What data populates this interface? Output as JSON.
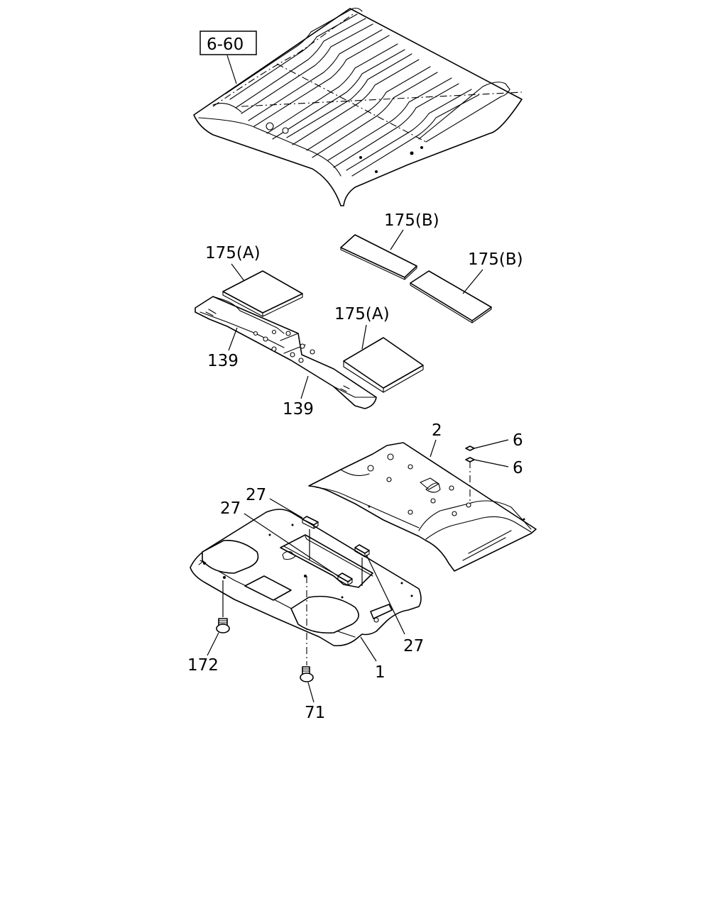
{
  "diagram": {
    "reference_box": "6-60",
    "callouts": {
      "insulator_a_upper": "175(A)",
      "insulator_a_lower": "175(A)",
      "insulator_b_upper": "175(B)",
      "insulator_b_lower": "175(B)",
      "bracket_upper": "139",
      "bracket_lower": "139",
      "headlining": "2",
      "clip_upper": "6",
      "clip_lower": "6",
      "front_headlining": "1",
      "pad_top": "27",
      "pad_middle": "27",
      "pad_right": "27",
      "screw_left": "172",
      "screw_center": "71"
    }
  }
}
